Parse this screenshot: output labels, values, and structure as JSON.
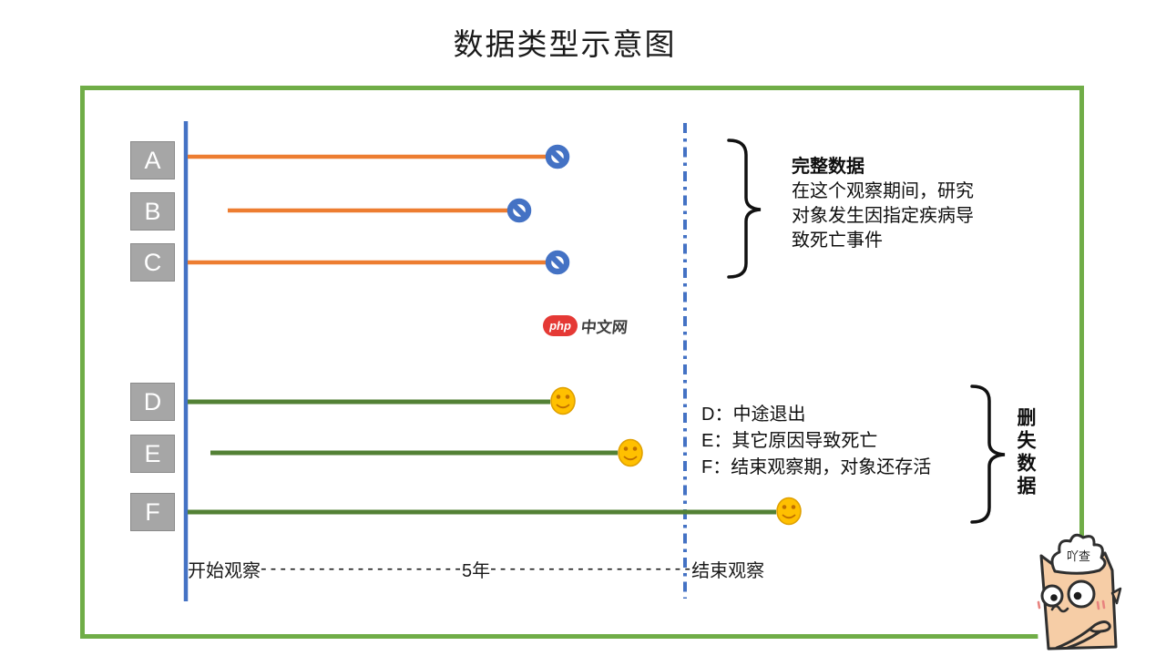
{
  "title": "数据类型示意图",
  "rows": [
    {
      "label": "A",
      "group": "complete"
    },
    {
      "label": "B",
      "group": "complete"
    },
    {
      "label": "C",
      "group": "complete"
    },
    {
      "label": "D",
      "group": "censored"
    },
    {
      "label": "E",
      "group": "censored"
    },
    {
      "label": "F",
      "group": "censored"
    }
  ],
  "complete_note": {
    "heading": "完整数据",
    "lines": [
      "在这个观察期间，研究",
      "对象发生因指定疾病导",
      "致死亡事件"
    ]
  },
  "censored_legend": {
    "items": [
      "D：中途退出",
      "E：其它原因导致死亡",
      "F：结束观察期，对象还存活"
    ]
  },
  "censored_label": "删失数据",
  "timeline": {
    "start": "开始观察",
    "dashes_left": "------------------------",
    "mid": "5年",
    "dashes_right": "------------------------",
    "end": "结束观察"
  },
  "watermark": {
    "badge": "php",
    "name": "中文网"
  },
  "mascot": {
    "hat_text": "吖查"
  },
  "colors": {
    "frame_green": "#70AD47",
    "timeline_blue": "#4472C4",
    "event_line_orange": "#ED7D31",
    "censor_line_green": "#538135",
    "label_box_gray": "#A6A6A6",
    "ban_icon_blue": "#4472C4",
    "smiley_yellow": "#FFC000"
  }
}
